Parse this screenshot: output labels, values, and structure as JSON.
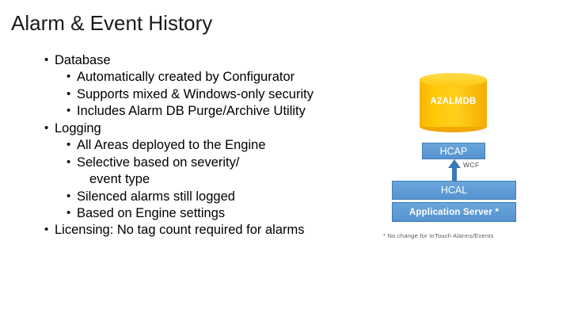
{
  "slide": {
    "title": "Alarm & Event History"
  },
  "bullets": [
    {
      "level": 1,
      "marker": "•",
      "text": "Database"
    },
    {
      "level": 2,
      "marker": "•",
      "text": "Automatically created by Configurator"
    },
    {
      "level": 2,
      "marker": "•",
      "text": "Supports mixed & Windows-only security"
    },
    {
      "level": 2,
      "marker": "•",
      "text": "Includes Alarm DB Purge/Archive Utility"
    },
    {
      "level": 1,
      "marker": "•",
      "text": "Logging"
    },
    {
      "level": 2,
      "marker": "•",
      "text": "All Areas deployed to the Engine"
    },
    {
      "level": 2,
      "marker": "•",
      "text": "Selective based on severity/"
    },
    {
      "level": 0,
      "marker": "",
      "text": "event type"
    },
    {
      "level": 2,
      "marker": "•",
      "text": "Silenced alarms still logged"
    },
    {
      "level": 2,
      "marker": "•",
      "text": "Based on Engine settings"
    },
    {
      "level": 1,
      "marker": "•",
      "text": "Licensing: No tag count required for alarms"
    }
  ],
  "diagram": {
    "database": {
      "label": "A2ALMDB",
      "color": "#fcc200",
      "text_color": "#ffffff"
    },
    "boxes": [
      {
        "id": "hcap",
        "label": "HCAP",
        "color": "#5b9bd5"
      },
      {
        "id": "hcal",
        "label": "HCAL",
        "color": "#5b9bd5"
      },
      {
        "id": "appserver",
        "label": "Application  Server *",
        "color": "#5b9bd5"
      }
    ],
    "connector": {
      "label": "WCF",
      "color": "#3a78b5",
      "direction": "up"
    },
    "footnote": "* No change for InTouch Alarms/Events"
  }
}
